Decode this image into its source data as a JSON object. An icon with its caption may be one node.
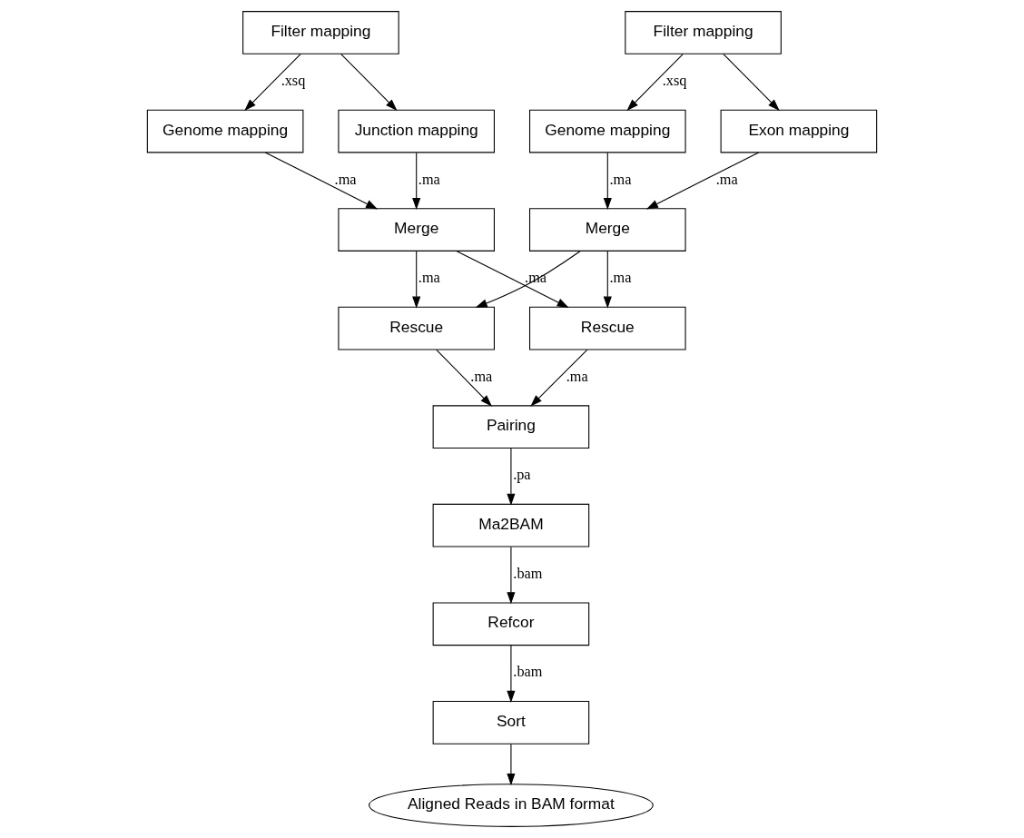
{
  "diagram": {
    "nodes": [
      {
        "text": [
          "Filter mapping"
        ]
      },
      {
        "text": [
          "Filter mapping"
        ]
      },
      {
        "text": [
          "Genome mapping"
        ]
      },
      {
        "text": [
          "Junction mapping"
        ]
      },
      {
        "text": [
          "Genome mapping"
        ]
      },
      {
        "text": [
          "Exon mapping"
        ]
      },
      {
        "text": [
          "Merge"
        ]
      },
      {
        "text": [
          "Merge"
        ]
      },
      {
        "text": [
          "Rescue"
        ]
      },
      {
        "text": [
          "Rescue"
        ]
      },
      {
        "text": [
          "Pairing"
        ]
      },
      {
        "text": [
          "Ma2BAM"
        ]
      },
      {
        "text": [
          "Refcor"
        ]
      },
      {
        "text": [
          "Sort"
        ]
      },
      {
        "text": [
          "Aligned Reads in BAM format"
        ]
      }
    ],
    "edges": [
      {
        "from": 0,
        "to": 2,
        "arrow": "to",
        "label": ".xsq"
      },
      {
        "from": 0,
        "to": 3,
        "arrow": "to"
      },
      {
        "from": 1,
        "to": 4,
        "arrow": "to",
        "label": ".xsq"
      },
      {
        "from": 1,
        "to": 5,
        "arrow": "to"
      },
      {
        "from": 2,
        "to": 6,
        "arrow": "to",
        "label": ".ma"
      },
      {
        "from": 3,
        "to": 6,
        "arrow": "to",
        "label": ".ma"
      },
      {
        "from": 4,
        "to": 7,
        "arrow": "to",
        "label": ".ma"
      },
      {
        "from": 5,
        "to": 7,
        "arrow": "to",
        "label": ".ma"
      },
      {
        "from": 6,
        "to": 8,
        "arrow": "to",
        "label": ".ma"
      },
      {
        "from": 6,
        "to": 9,
        "arrow": "to",
        "label": ".ma"
      },
      {
        "from": 7,
        "to": 8,
        "arrow": "to"
      },
      {
        "from": 7,
        "to": 9,
        "arrow": "to",
        "label": ".ma"
      },
      {
        "from": 8,
        "to": 10,
        "arrow": "to",
        "label": ".ma"
      },
      {
        "from": 9,
        "to": 10,
        "arrow": "to",
        "label": ".ma"
      },
      {
        "from": 10,
        "to": 11,
        "arrow": "to",
        "label": ".pa"
      },
      {
        "from": 11,
        "to": 12,
        "arrow": "to",
        "label": ".bam"
      },
      {
        "from": 12,
        "to": 13,
        "arrow": "to",
        "label": ".bam"
      },
      {
        "from": 13,
        "to": 14,
        "arrow": "to"
      }
    ]
  }
}
